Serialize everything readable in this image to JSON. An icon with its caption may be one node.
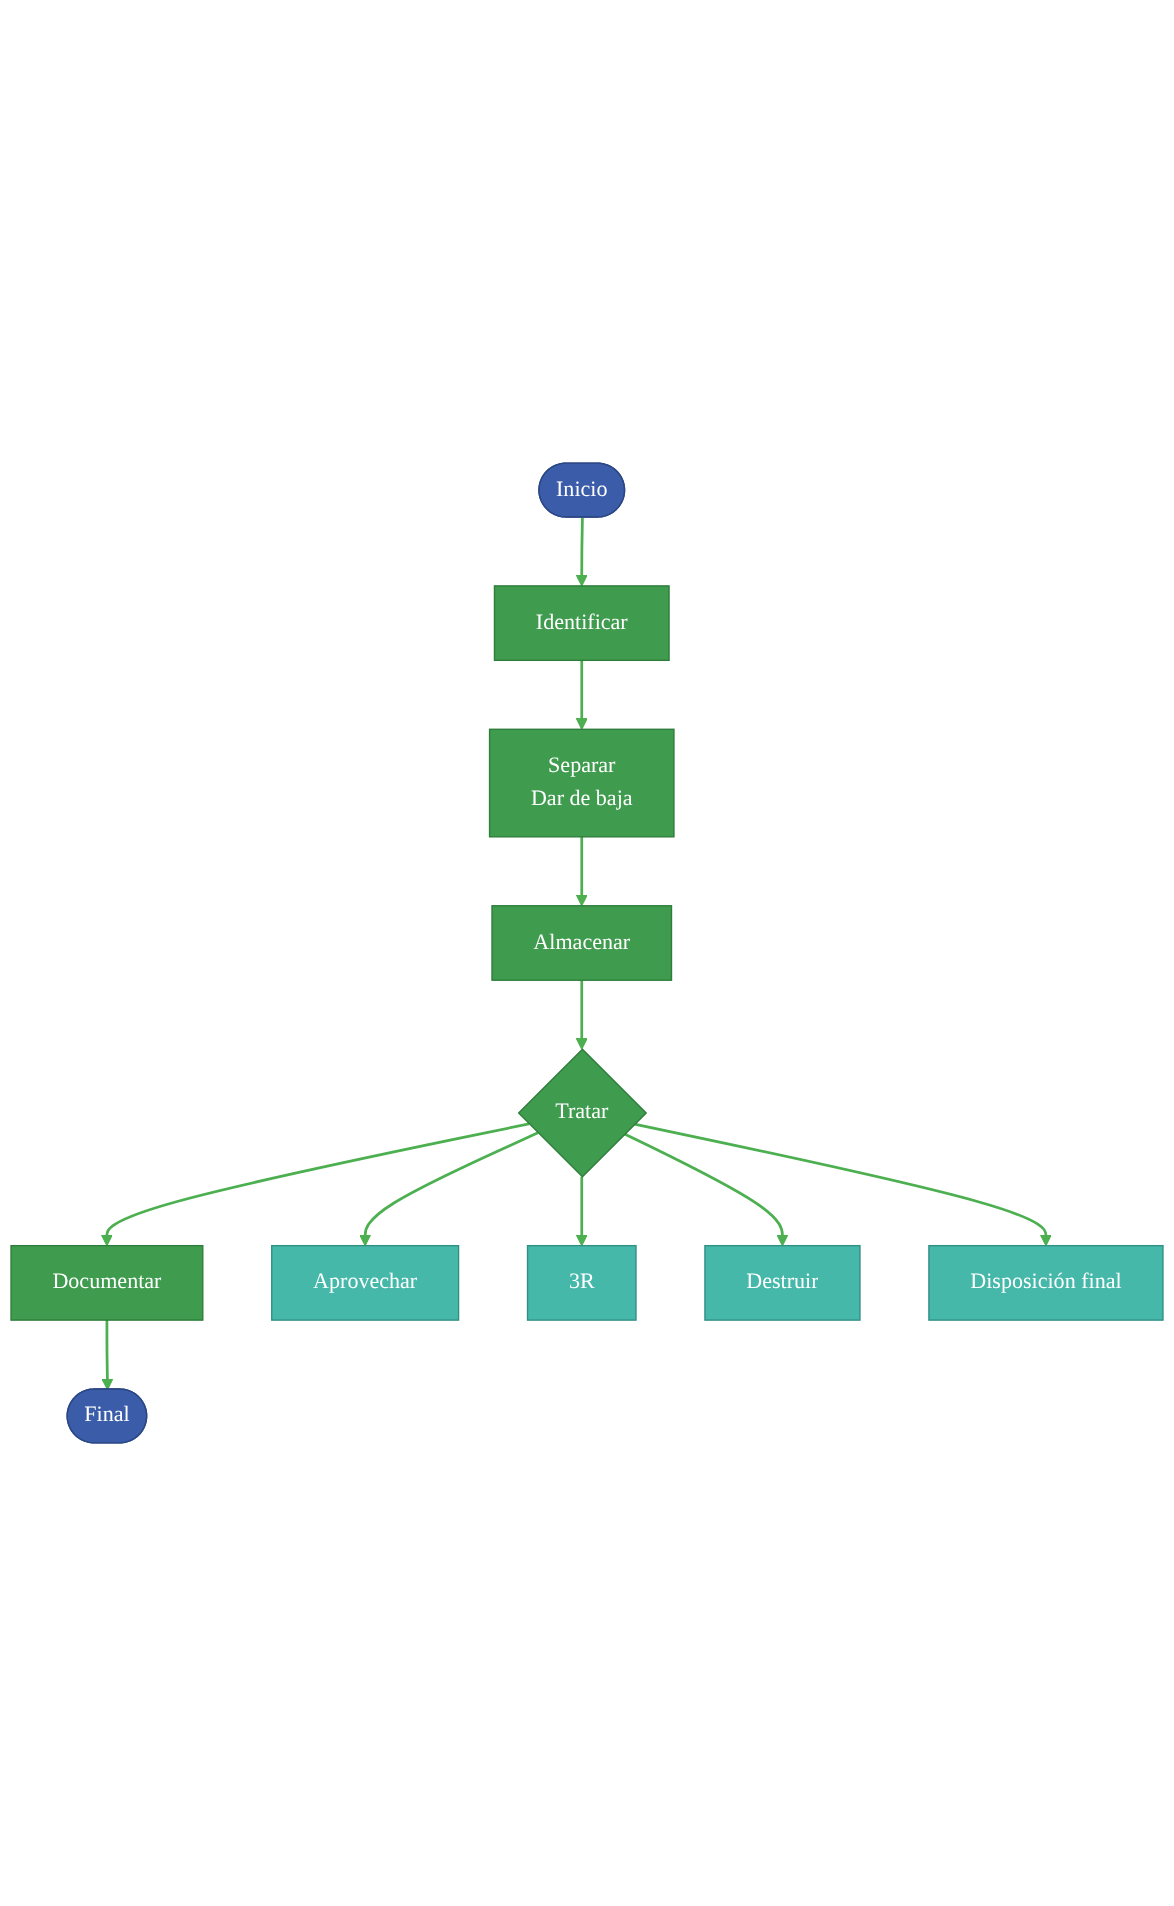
{
  "diagram": {
    "nodes": [
      {
        "text": [
          "Inicio"
        ]
      },
      {
        "text": [
          "Identificar"
        ]
      },
      {
        "text": [
          "Separar",
          "Dar de baja"
        ]
      },
      {
        "text": [
          "Almacenar"
        ]
      },
      {
        "text": [
          "Tratar"
        ]
      },
      {
        "text": [
          "Documentar"
        ]
      },
      {
        "text": [
          "Final"
        ]
      },
      {
        "text": [
          "Aprovechar"
        ]
      },
      {
        "text": [
          "3R"
        ]
      },
      {
        "text": [
          "Destruir"
        ]
      },
      {
        "text": [
          "Disposición final"
        ]
      }
    ],
    "edges": [
      {
        "from": 0,
        "to": 1,
        "arrow": "to"
      },
      {
        "from": 1,
        "to": 2,
        "arrow": "to"
      },
      {
        "from": 2,
        "to": 3,
        "arrow": "to"
      },
      {
        "from": 3,
        "to": 4,
        "arrow": "to"
      },
      {
        "from": 4,
        "to": 5,
        "arrow": "to"
      },
      {
        "from": 5,
        "to": 6,
        "arrow": "to"
      },
      {
        "from": 4,
        "to": 7,
        "arrow": "to"
      },
      {
        "from": 4,
        "to": 8,
        "arrow": "to"
      },
      {
        "from": 4,
        "to": 9,
        "arrow": "to"
      },
      {
        "from": 4,
        "to": 10,
        "arrow": "to"
      }
    ]
  }
}
